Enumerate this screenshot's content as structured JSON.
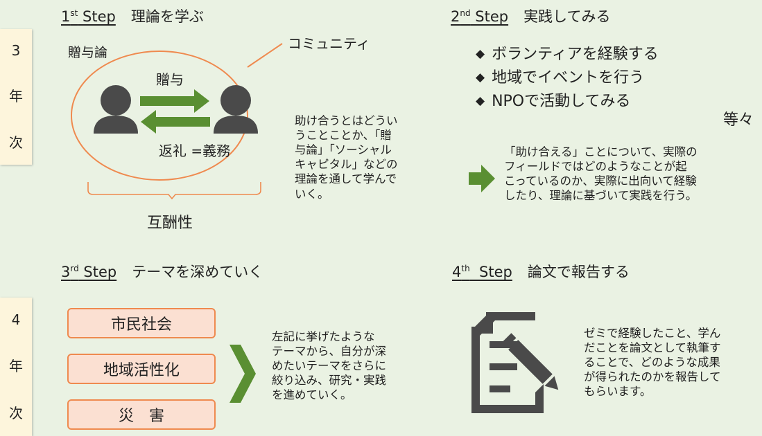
{
  "years": {
    "year3": [
      "3",
      "年",
      "次"
    ],
    "year4": [
      "4",
      "年",
      "次"
    ]
  },
  "step1": {
    "label_pre": "1",
    "label_sup": "st",
    "label_post": " Step",
    "theme": "理論を学ぶ",
    "diagram": {
      "title": "贈与論",
      "community": "コミュニティ",
      "gift": "贈与",
      "return": "返礼 =義務",
      "reciprocity": "互酬性"
    },
    "description": "助け合うとはどうい\nうことことか、「贈\n与論」「ソーシャル\nキャピタル」などの\n理論を通して学んで\nいく。"
  },
  "step2": {
    "label_pre": "2",
    "label_sup": "nd",
    "label_post": " Step",
    "theme": "実践してみる",
    "activities": [
      "ボランティアを経験する",
      "地域でイベントを行う",
      "NPOで活動してみる"
    ],
    "etc": "等々",
    "description": "「助け合える」ことについて、実際の\nフィールドではどのようなことが起\nこっているのか、実際に出向いて経験\nしたり、理論に基づいて実践を行う。"
  },
  "step3": {
    "label_pre": "3",
    "label_sup": "rd",
    "label_post": " Step",
    "theme": "テーマを深めていく",
    "themes": [
      "市民社会",
      "地域活性化",
      "災　害"
    ],
    "description": "左記に挙げたような\nテーマから、自分が深\nめたいテーマをさらに\n絞り込み、研究・実践\nを進めていく。"
  },
  "step4": {
    "label_pre": "4",
    "label_sup": "th",
    "label_post": "  Step",
    "theme": "論文で報告する",
    "description": "ゼミで経験したこと、学ん\nだことを論文として執筆す\nることで、どのような成果\nが得られたのかを報告して\nもらいます。"
  },
  "colors": {
    "background": "#eaf2e3",
    "accent_orange": "#ef8a4f",
    "arrow_green": "#5a8f32",
    "icon_gray": "#4a4a4a"
  }
}
